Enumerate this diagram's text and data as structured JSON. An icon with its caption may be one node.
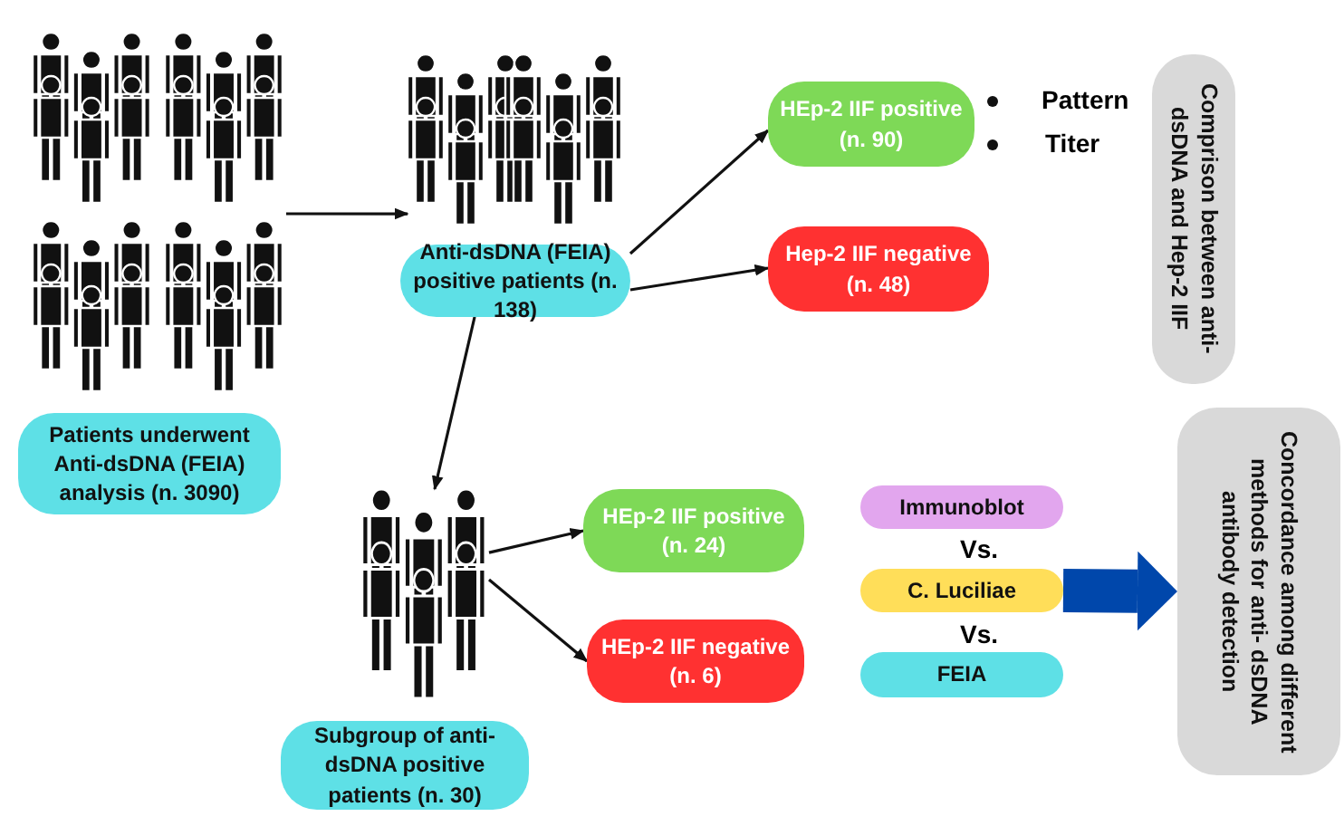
{
  "diagram": {
    "nodes": [
      {
        "text": [],
        "shape": "person"
      },
      {
        "text": [
          "Patients underwent Anti-dsDNA (FEIA) analysis (n. 3090)"
        ]
      },
      {
        "text": [],
        "shape": "person"
      },
      {
        "text": [
          "Anti-dsDNA (FEIA) positive patients (n. 138)"
        ]
      },
      {
        "text": [
          "HEp-2 IIF positive (n. 90)"
        ]
      },
      {
        "text": [
          "Hep-2 IIF negative (n. 48)"
        ]
      },
      {
        "text": [
          "Comprison between anti- dsDNA and Hep-2 IIF"
        ]
      },
      {
        "text": [],
        "shape": "person"
      },
      {
        "text": [
          "Subgroup of  anti-dsDNA positive patients (n. 30)"
        ]
      },
      {
        "text": [
          "HEp-2 IIF positive (n. 24)"
        ]
      },
      {
        "text": [
          "HEp-2 IIF negative (n. 6)"
        ]
      },
      {
        "text": [
          "Immunoblot"
        ]
      },
      {
        "text": [
          "C. Luciliae"
        ]
      },
      {
        "text": [
          "FEIA"
        ]
      },
      {
        "text": [
          "Concordance among different methods for anti- dsDNA antibody detection"
        ]
      }
    ],
    "edges": [
      {
        "from": 0,
        "to": 2,
        "arrow": "to"
      },
      {
        "from": 3,
        "to": 7,
        "arrow": "to"
      },
      {
        "from": 3,
        "to": 4,
        "arrow": "to"
      },
      {
        "from": 3,
        "to": 5,
        "arrow": "to"
      },
      {
        "from": 7,
        "to": 9,
        "arrow": "to"
      },
      {
        "from": 7,
        "to": 10,
        "arrow": "to"
      },
      {
        "from": 12,
        "to": 14,
        "arrow": "to",
        "style": "thick",
        "color": "#0047ab"
      }
    ],
    "labels": [
      "Pattern",
      "Titer",
      "Vs.",
      "Vs."
    ]
  }
}
